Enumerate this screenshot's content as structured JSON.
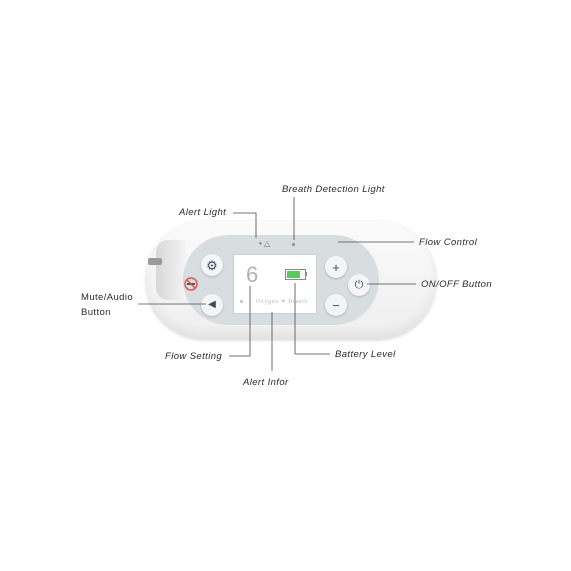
{
  "labels": {
    "breath_detection_light": "Breath Detection Light",
    "alert_light": "Alert Light",
    "flow_control": "Flow Control",
    "on_off_button": "ON/OFF Button",
    "mute_audio_button_line1": "Mute/Audio",
    "mute_audio_button_line2": "Button",
    "flow_setting": "Flow Setting",
    "battery_level": "Battery Level",
    "alert_infor": "Alert Infor"
  },
  "screen": {
    "flow_value": "6",
    "logo_text": "Oxygen ✦ Breath",
    "battery_level_fraction": 0.75
  },
  "buttons": {
    "settings_glyph": "⚙",
    "mute_glyph": "◀",
    "plus_glyph": "+",
    "minus_glyph": "−",
    "power_glyph": "⏻"
  },
  "icons": {
    "settings": "gear-icon",
    "mute": "speaker-icon",
    "plus": "plus-icon",
    "minus": "minus-icon",
    "power": "power-icon",
    "no_smoking": "no-smoking-icon",
    "alert": "alert-triangle-icon",
    "battery": "battery-icon"
  },
  "colors": {
    "panel": "#d8dedf",
    "battery_fill": "#5cc85a",
    "no_smoking_red": "#d9534f",
    "leader_line": "#4a4a4a"
  }
}
